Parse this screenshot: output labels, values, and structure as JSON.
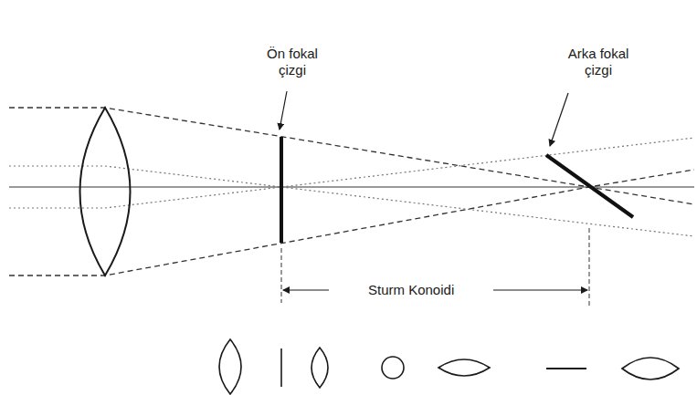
{
  "diagram": {
    "labels": [
      "Ön fokal çizgi",
      "Arka fokal çizgi",
      "Sturm Konoidi"
    ]
  }
}
